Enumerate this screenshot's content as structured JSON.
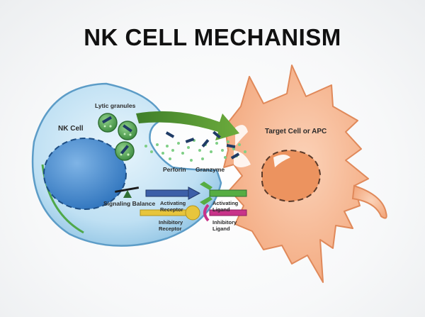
{
  "title": "NK CELL MECHANISM",
  "labels": {
    "nk_cell": "NK Cell",
    "lytic_granules": "Lytic granules",
    "target_cell": "Target Cell or APC",
    "perforin": "Perforin",
    "granzyme": "Granzyme",
    "signaling_balance": "Signaling Balance",
    "activating_receptor_1": "Activating",
    "activating_receptor_2": "Receptor",
    "inhibitory_receptor_1": "Inhibitory",
    "inhibitory_receptor_2": "Receptor",
    "activating_ligand_1": "Activating",
    "activating_ligand_2": "Ligand",
    "inhibitory_ligand_1": "Inhibitory",
    "inhibitory_ligand_2": "Ligand"
  },
  "colors": {
    "nk_cell": "#bfe0f3",
    "nk_nucleus": "#3f88cf",
    "target_cell": "#f6b995",
    "target_nucleus": "#ec935f",
    "release_arrow": "#4f8f2e",
    "activating_receptor": "#3d5fa8",
    "inhibitory_receptor": "#e7c53c",
    "activating_ligand": "#56ad43",
    "inhibitory_ligand": "#c8338a"
  }
}
